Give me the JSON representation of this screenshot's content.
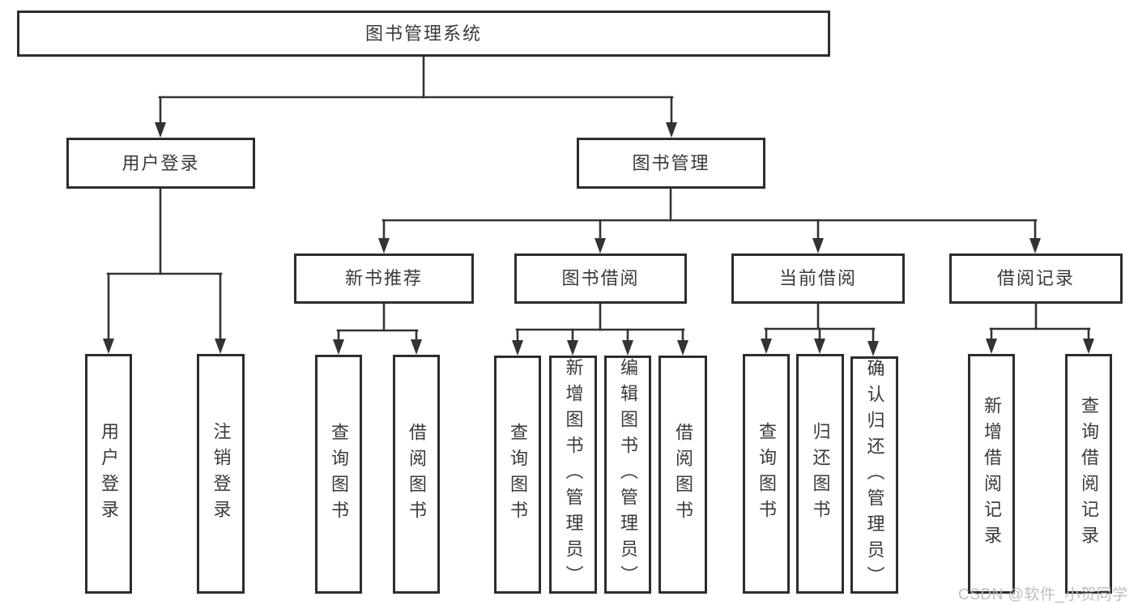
{
  "tree": {
    "root": "图书管理系统",
    "children": [
      {
        "label": "用户登录",
        "children": [
          {
            "label": "用户登录"
          },
          {
            "label": "注销登录"
          }
        ]
      },
      {
        "label": "图书管理",
        "children": [
          {
            "label": "新书推荐",
            "children": [
              {
                "label": "查询图书"
              },
              {
                "label": "借阅图书"
              }
            ]
          },
          {
            "label": "图书借阅",
            "children": [
              {
                "label": "查询图书"
              },
              {
                "label": "新增图书（管理员）"
              },
              {
                "label": "编辑图书（管理员）"
              },
              {
                "label": "借阅图书"
              }
            ]
          },
          {
            "label": "当前借阅",
            "children": [
              {
                "label": "查询图书"
              },
              {
                "label": "归还图书"
              },
              {
                "label": "确认归还（管理员）"
              }
            ]
          },
          {
            "label": "借阅记录",
            "children": [
              {
                "label": "新增借阅记录"
              },
              {
                "label": "查询借阅记录"
              }
            ]
          }
        ]
      }
    ]
  },
  "watermark": {
    "text": "CSDN @软件_小贺同学"
  },
  "colors": {
    "background": "#ffffff",
    "box_fill": "#ffffff",
    "box_border": "#2d2d2d",
    "line": "#333333",
    "text": "#3a3a3a",
    "watermark": "#bababa"
  }
}
